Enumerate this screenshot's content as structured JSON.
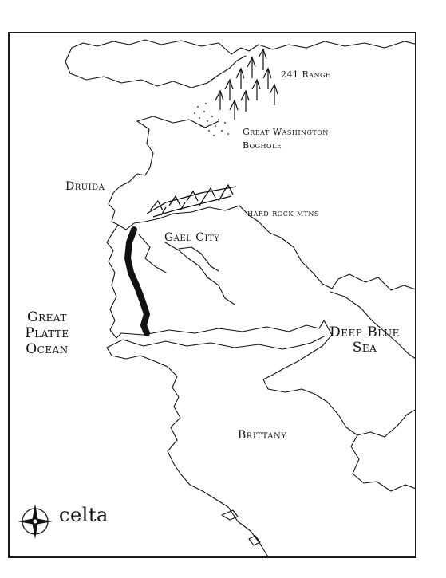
{
  "map": {
    "title": "celta",
    "labels": {
      "range_241": "241 Range",
      "great_washington_line1": "Great Washington",
      "great_washington_line2": "Boghole",
      "druida": "Druida",
      "hard_rock": "hard rock mtns",
      "gael_city": "Gael City",
      "great_platte_ocean": "Great Platte Ocean",
      "deep_blue_sea": "Deep Blue Sea",
      "brittany": "Brittany"
    },
    "icons": [
      "compass-rose-icon"
    ],
    "colors": {
      "ink": "#111111",
      "paper": "#ffffff"
    }
  }
}
